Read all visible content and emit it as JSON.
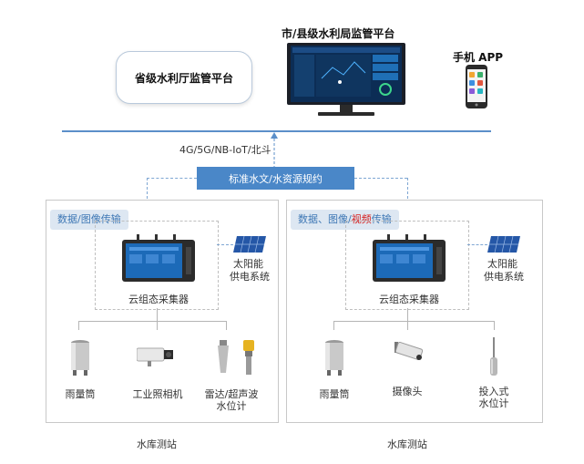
{
  "platforms": {
    "city_title": "市/县级水利局监管平台",
    "province_title": "省级水利厅监管平台",
    "app_title": "手机 APP"
  },
  "network": {
    "protocol_label": "4G/5G/NB-IoT/北斗",
    "standard_label": "标准水文/水资源规约"
  },
  "station_left": {
    "tag": "数据/图像传输",
    "collector_label": "云组态采集器",
    "solar_label_1": "太阳能",
    "solar_label_2": "供电系统",
    "devices": [
      {
        "label_1": "雨量筒",
        "label_2": ""
      },
      {
        "label_1": "工业照相机",
        "label_2": ""
      },
      {
        "label_1": "雷达/超声波",
        "label_2": "水位计"
      }
    ],
    "station_label": "水库测站"
  },
  "station_right": {
    "tag_prefix": "数据、图像/",
    "tag_highlight": "视频",
    "tag_suffix": "传输",
    "collector_label": "云组态采集器",
    "solar_label_1": "太阳能",
    "solar_label_2": "供电系统",
    "devices": [
      {
        "label_1": "雨量筒",
        "label_2": ""
      },
      {
        "label_1": "摄像头",
        "label_2": ""
      },
      {
        "label_1": "投入式",
        "label_2": "水位计"
      }
    ],
    "station_label": "水库测站"
  },
  "colors": {
    "accent_blue": "#4a87c8",
    "line_blue": "#5b8fc9",
    "tag_bg": "#dde7f2",
    "highlight_red": "#d62020"
  }
}
